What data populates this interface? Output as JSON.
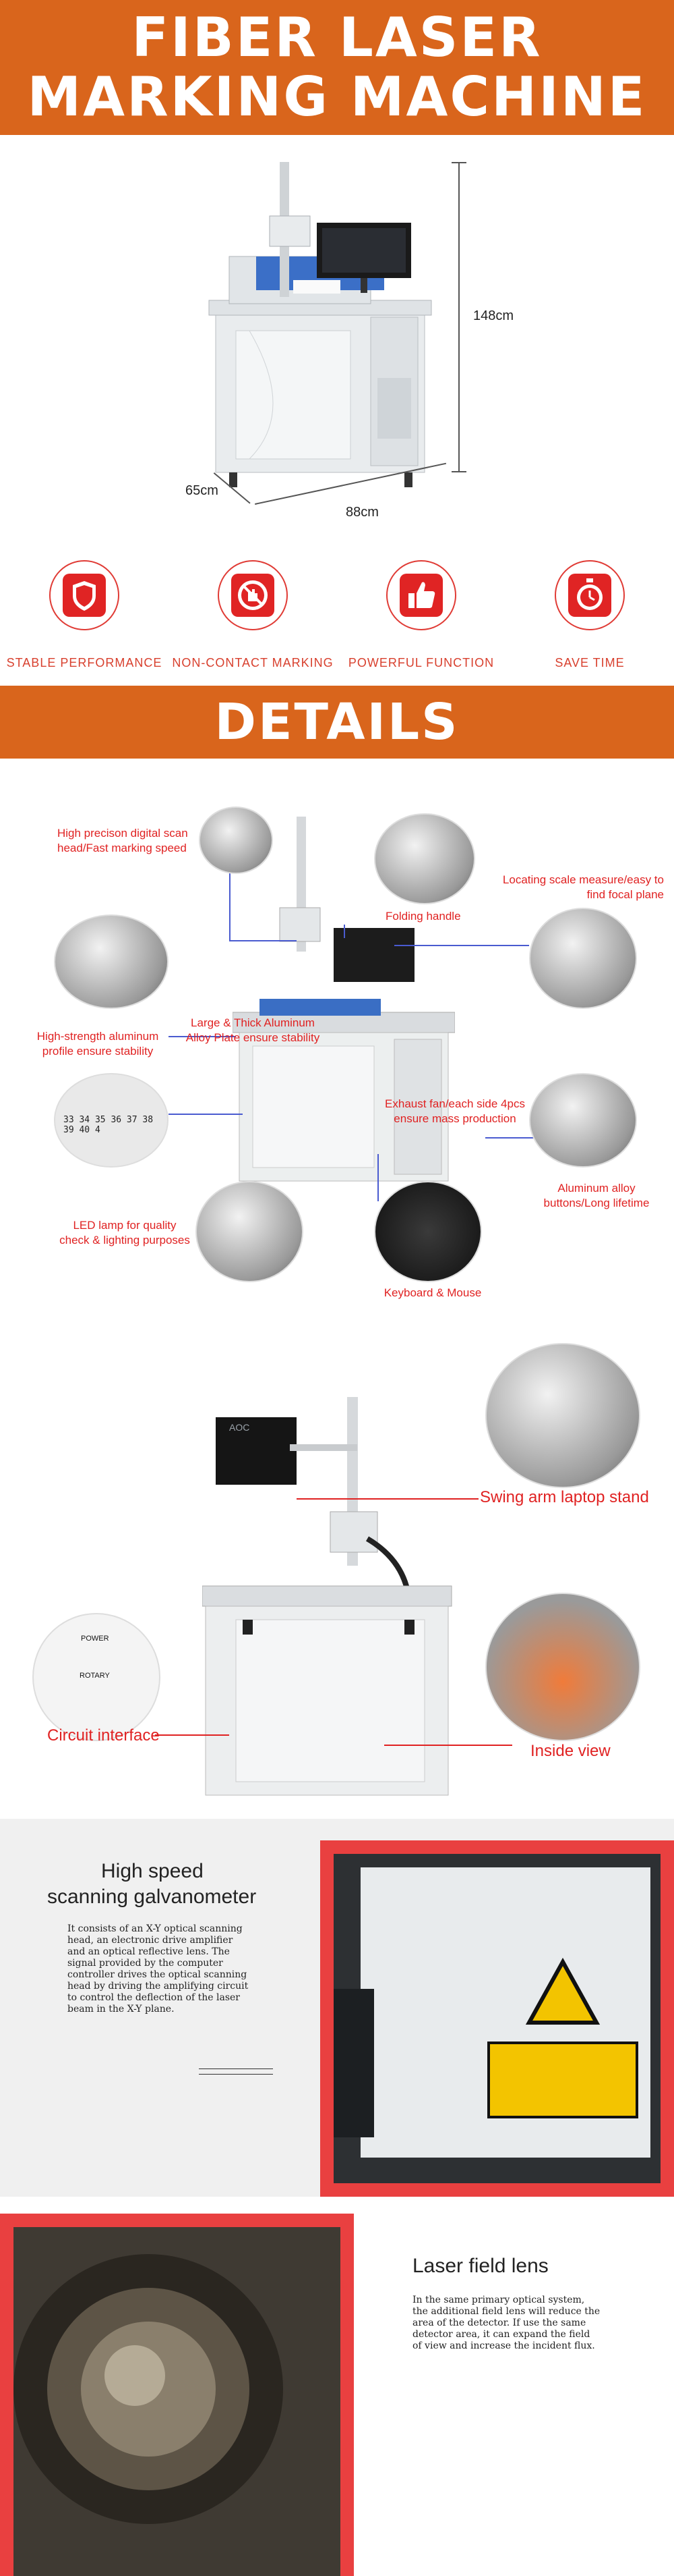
{
  "header": {
    "line1": "FIBER LASER",
    "line2": "MARKING MACHINE",
    "bg_color": "#d9651c"
  },
  "dimensions": {
    "height": "148cm",
    "depth": "65cm",
    "width": "88cm"
  },
  "features": [
    {
      "label": "STABLE PERFORMANCE",
      "icon": "shield-icon"
    },
    {
      "label": "NON-CONTACT MARKING",
      "icon": "no-touch-hand-icon"
    },
    {
      "label": "POWERFUL FUNCTION",
      "icon": "thumbs-up-icon"
    },
    {
      "label": "SAVE TIME",
      "icon": "stopwatch-icon"
    }
  ],
  "details_banner": "DETAILS",
  "callouts": {
    "scan_head": "High precison digital scan head/Fast marking speed",
    "folding_handle": "Folding handle",
    "focal_scale": "Locating scale measure/easy to find focal plane",
    "aluminum_profile": "High-strength aluminum profile ensure stability",
    "alloy_plate": "Large & Thick Aluminum Alloy Plate ensure stability",
    "exhaust_fan": "Exhaust fan/each side 4pcs ensure mass production",
    "buttons": "Aluminum alloy buttons/Long lifetime",
    "led_lamp": "LED lamp for quality check & lighting purposes",
    "keyboard": "Keyboard & Mouse",
    "swing_arm": "Swing arm laptop stand",
    "circuit": "Circuit interface",
    "inside": "Inside view"
  },
  "scale_numbers": "33 34 35 36 37 38 39 40 4",
  "panel_labels": {
    "power": "POWER",
    "rotary": "ROTARY",
    "monitor": "AOC"
  },
  "galvo": {
    "title_line1": "High speed",
    "title_line2": "scanning galvanometer",
    "body": "It consists of an X-Y optical scanning head, an electronic drive amplifier and an optical reflective lens. The signal provided by the computer controller drives the optical scanning head by driving the amplifying circuit to control the deflection of the laser beam in the X-Y plane."
  },
  "lens": {
    "title": "Laser field lens",
    "body": "In the same primary optical system, the additional field lens will reduce the area of the detector. If use the same detector area, it can expand the field of view and increase the incident flux."
  },
  "colors": {
    "accent": "#d9651c",
    "red": "#e02222",
    "frame": "#e94040"
  }
}
